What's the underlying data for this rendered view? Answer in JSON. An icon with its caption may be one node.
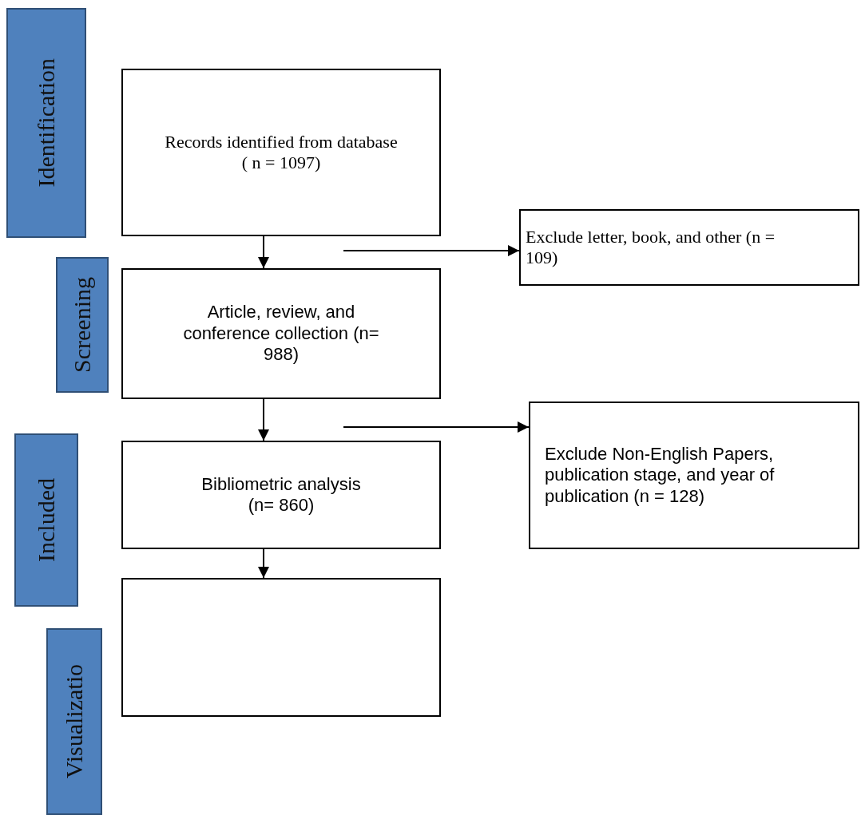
{
  "diagram": {
    "nodes": [
      {
        "text": [
          "Identification"
        ]
      },
      {
        "text": [
          "Screening"
        ]
      },
      {
        "text": [
          "Included"
        ]
      },
      {
        "text": [
          "Visualizatio"
        ]
      },
      {
        "text": [
          "Records identified from database ( n = 1097)"
        ]
      },
      {
        "text": [
          "Exclude letter, book, and other (n = 109)"
        ]
      },
      {
        "text": [
          "Article, review, and conference collection (n= 988)"
        ]
      },
      {
        "text": [
          "Exclude Non-English Papers, publication stage, and year of publication (n = 128)"
        ]
      },
      {
        "text": [
          "Bibliometric analysis (n= 860)"
        ]
      },
      {
        "text": [],
        "shape": "box"
      }
    ],
    "edges": [
      {
        "from": 4,
        "to": 6,
        "arrow": "to"
      },
      {
        "from": null,
        "to": 5,
        "arrow": "to"
      },
      {
        "from": 6,
        "to": 8,
        "arrow": "to"
      },
      {
        "from": null,
        "to": 7,
        "arrow": "to"
      },
      {
        "from": 8,
        "to": 9,
        "arrow": "to"
      }
    ]
  }
}
